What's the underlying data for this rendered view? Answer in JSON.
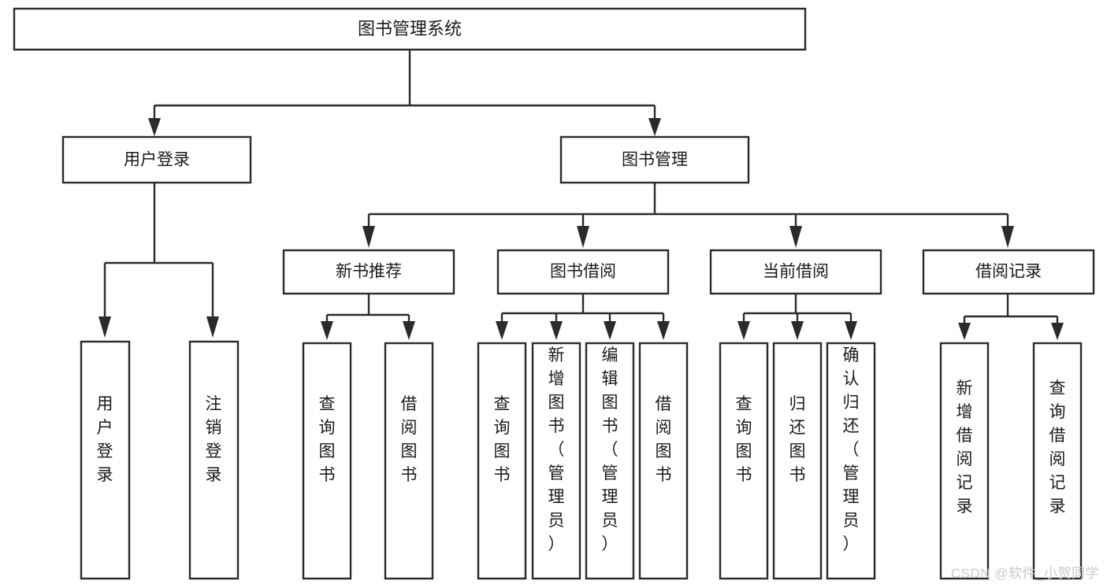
{
  "diagram": {
    "type": "tree-hierarchy-diagram",
    "title": "图书管理系统",
    "watermark": "CSDN @软件_小贺同学",
    "colors": {
      "stroke": "#2b2b2b",
      "fill": "#ffffff",
      "text": "#1a1a1a",
      "watermark": "#c9c9c9",
      "background": "#ffffff"
    },
    "root": {
      "label": "图书管理系统"
    },
    "level2": [
      {
        "label": "用户登录"
      },
      {
        "label": "图书管理"
      }
    ],
    "level3": [
      {
        "label": "新书推荐"
      },
      {
        "label": "图书借阅"
      },
      {
        "label": "当前借阅"
      },
      {
        "label": "借阅记录"
      }
    ],
    "leaves": {
      "user_login": [
        {
          "label": "用户登录"
        },
        {
          "label": "注销登录"
        }
      ],
      "new_book_recommend": [
        {
          "label": "查询图书"
        },
        {
          "label": "借阅图书"
        }
      ],
      "book_borrow": [
        {
          "label": "查询图书"
        },
        {
          "label": "新增图书（管理员）"
        },
        {
          "label": "编辑图书（管理员）"
        },
        {
          "label": "借阅图书"
        }
      ],
      "current_borrow": [
        {
          "label": "查询图书"
        },
        {
          "label": "归还图书"
        },
        {
          "label": "确认归还（管理员）"
        }
      ],
      "borrow_record": [
        {
          "label": "新增借阅记录"
        },
        {
          "label": "查询借阅记录"
        }
      ]
    }
  }
}
